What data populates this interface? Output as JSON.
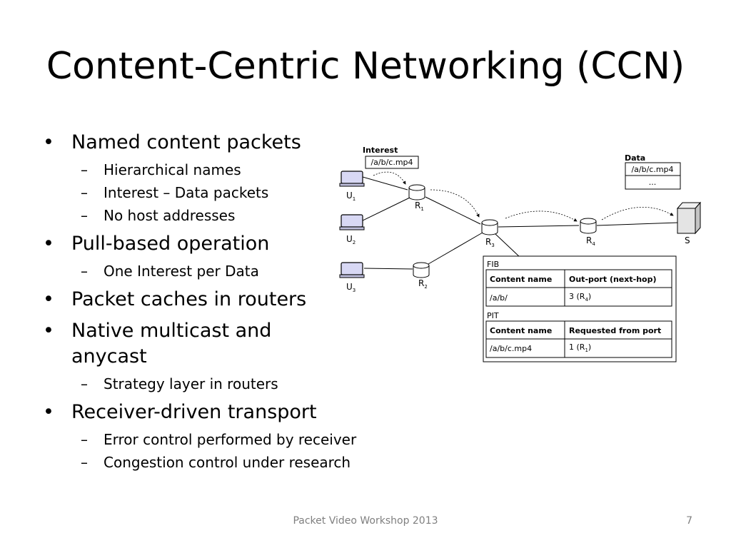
{
  "slide": {
    "title": "Content-Centric Networking (CCN)",
    "bullets": [
      {
        "text": "Named content packets",
        "sub": [
          "Hierarchical names",
          "Interest – Data packets",
          "No host addresses"
        ]
      },
      {
        "text": "Pull-based operation",
        "sub": [
          "One Interest per Data"
        ]
      },
      {
        "text": "Packet caches in routers",
        "sub": []
      },
      {
        "text": "Native multicast and anycast",
        "sub": [
          "Strategy layer in routers"
        ]
      },
      {
        "text": "Receiver-driven transport",
        "sub": [
          "Error control performed by receiver",
          "Congestion control under research"
        ]
      }
    ],
    "footer": "Packet Video Workshop 2013",
    "page_number": "7"
  },
  "diagram": {
    "interest": {
      "label": "Interest",
      "name": "/a/b/c.mp4"
    },
    "data": {
      "label": "Data",
      "rows": [
        "/a/b/c.mp4",
        "..."
      ]
    },
    "nodes": {
      "u1": {
        "main": "U",
        "sub": "1"
      },
      "u2": {
        "main": "U",
        "sub": "2"
      },
      "u3": {
        "main": "U",
        "sub": "3"
      },
      "r1": {
        "main": "R",
        "sub": "1"
      },
      "r2": {
        "main": "R",
        "sub": "2"
      },
      "r3": {
        "main": "R",
        "sub": "3"
      },
      "r4": {
        "main": "R",
        "sub": "4"
      },
      "s": {
        "main": "S",
        "sub": ""
      }
    },
    "fib": {
      "label": "FIB",
      "headers": [
        "Content name",
        "Out-port (next-hop)"
      ],
      "row": {
        "name": "/a/b/",
        "port_main": "3 (R",
        "port_sub": "4",
        "port_end": ")"
      }
    },
    "pit": {
      "label": "PIT",
      "headers": [
        "Content name",
        "Requested from port"
      ],
      "row": {
        "name": "/a/b/c.mp4",
        "port_main": "1 (R",
        "port_sub": "1",
        "port_end": ")"
      }
    },
    "colors": {
      "computer": "#d8d8f4",
      "router": "#ffffff",
      "server": "#e4e4e4",
      "stroke": "#000000"
    }
  }
}
